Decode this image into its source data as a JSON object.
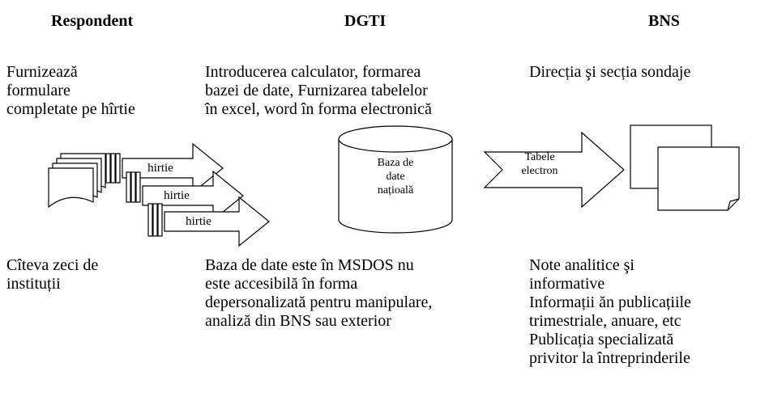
{
  "columns": {
    "respondent": {
      "header": "Respondent",
      "top_text": "Furnizează\nformulare\ncompletate pe hîrtie",
      "bottom_text": "Cîteva zeci de\ninstituții"
    },
    "dgti": {
      "header": "DGTI",
      "top_text": "Introducerea calculator, formarea\nbazei de date, Furnizarea tabelelor\nîn excel, word în forma electronică",
      "bottom_text": "Baza de date este în MSDOS nu\neste accesibilă în forma\ndepersonalizată pentru manipulare,\nanaliză din BNS sau exterior"
    },
    "bns": {
      "header": "BNS",
      "top_text": "Direcția şi secția sondaje",
      "bottom_text": "Note analitice şi\ninformative\nInformații ăn publicațiile\ntrimestriale, anuare, etc\nPublicația specializată\nprivitor la întreprinderile"
    }
  },
  "diagram": {
    "paper_arrows": [
      "hirtie",
      "hirtie",
      "hirtie"
    ],
    "database_label": "Baza de\ndate\nnațioală",
    "electronic_arrow_label": "Tabele\nelectron"
  }
}
